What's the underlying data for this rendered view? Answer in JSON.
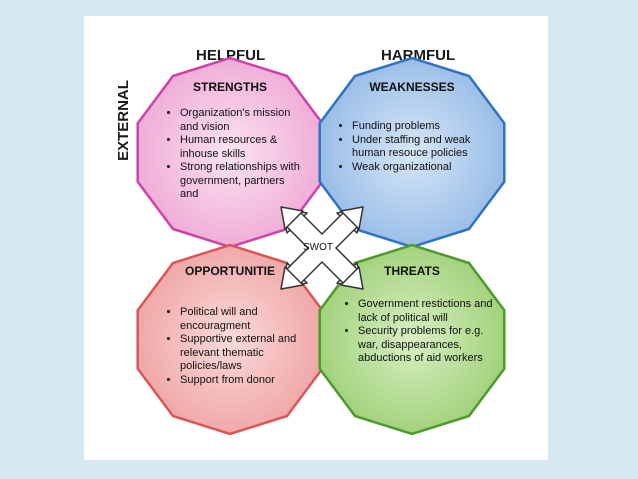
{
  "headers": {
    "helpful": "HELPFUL",
    "harmful": "HARMFUL",
    "external": "EXTERNAL"
  },
  "center": {
    "label": "SWOT"
  },
  "colors": {
    "strengths_fill": "#f2b6dc",
    "weaknesses_fill": "#9cc0e8",
    "opportunities_fill": "#f3adad",
    "threats_fill": "#a6d67f",
    "strengths_stroke": "#cc44aa",
    "weaknesses_stroke": "#2e74c2",
    "opportunities_stroke": "#d85858",
    "threats_stroke": "#4d9a2e"
  },
  "quadrants": {
    "strengths": {
      "title": "STRENGTHS",
      "items": [
        "Organization's mission and vision",
        "Human resources & inhouse skills",
        "Strong relationships with government, partners and"
      ]
    },
    "weaknesses": {
      "title": "WEAKNESSES",
      "items": [
        "Funding problems",
        "Under staffing and weak human resouce policies",
        "Weak organizational"
      ]
    },
    "opportunities": {
      "title": "OPPORTUNITIE",
      "items": [
        "Political will and encouragment",
        "Supportive external and relevant thematic policies/laws",
        "Support from donor"
      ]
    },
    "threats": {
      "title": "THREATS",
      "items": [
        "Government restictions and lack of political will",
        "Security problems for e.g. war, disappearances, abductions of aid workers"
      ]
    }
  }
}
